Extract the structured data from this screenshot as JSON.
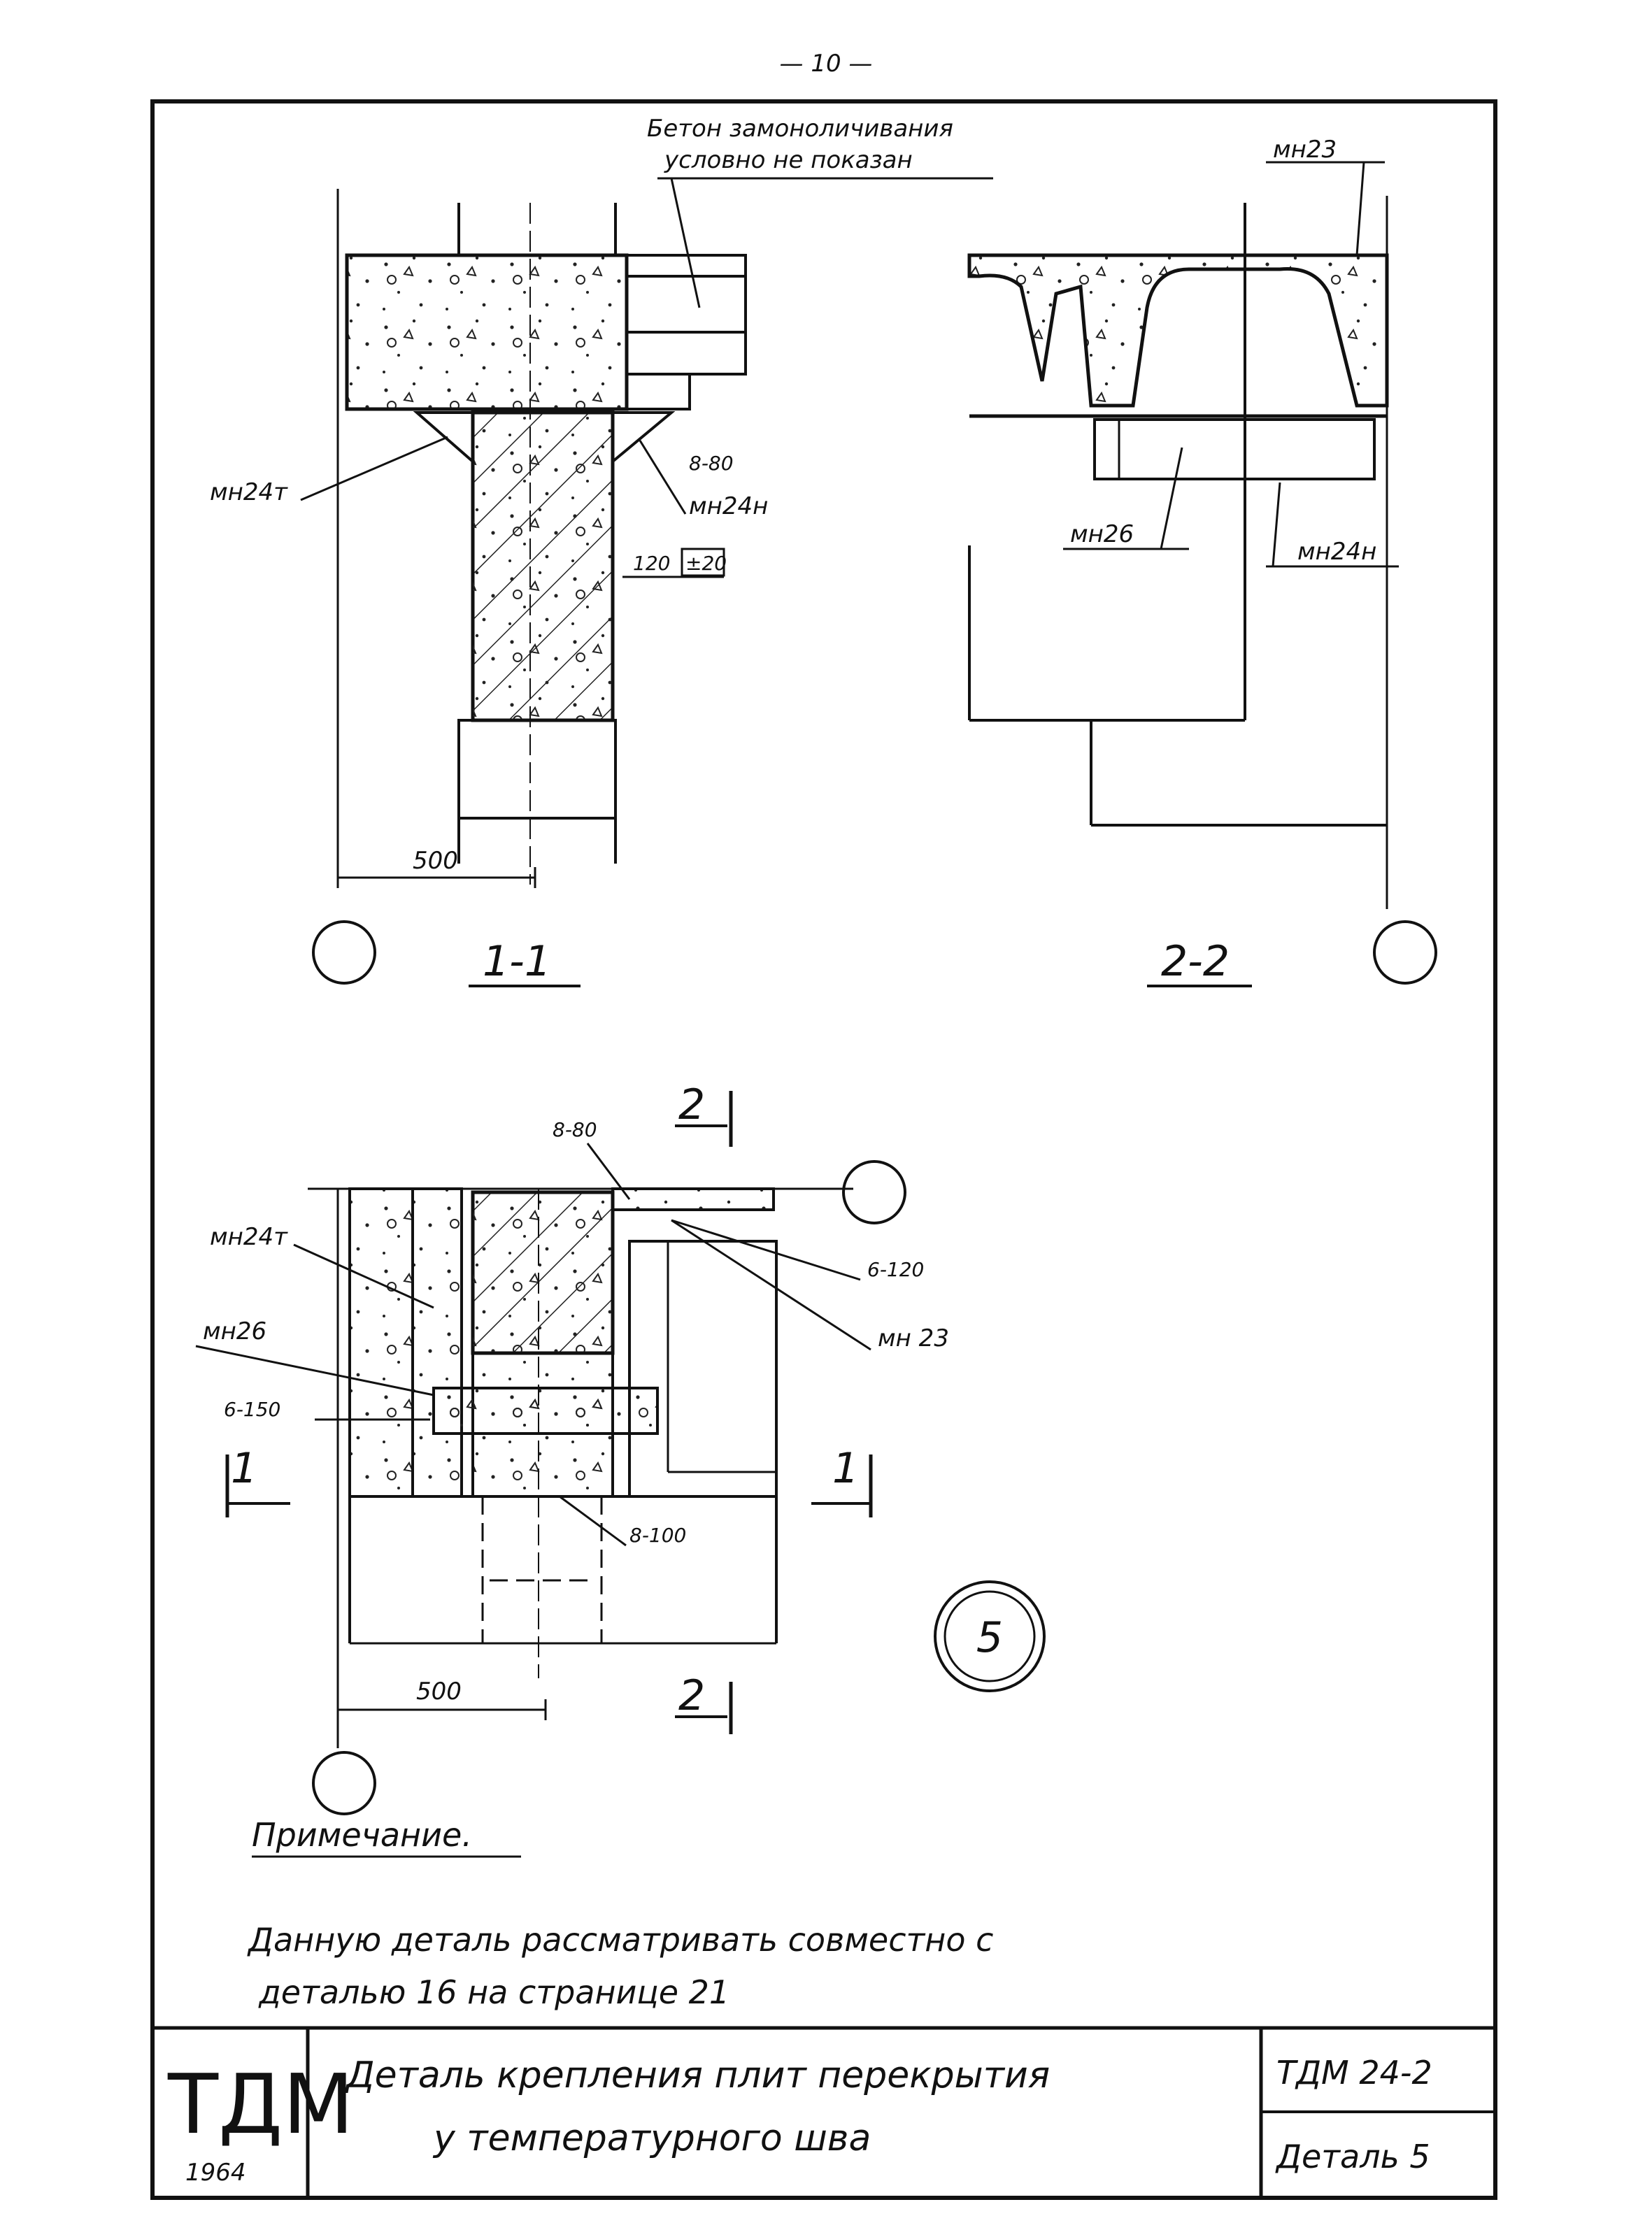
{
  "page_number": "— 10 —",
  "section_1_1": {
    "title": "1-1",
    "callout_note_line1": "Бетон замоноличивания",
    "callout_note_line2": "условно не показан",
    "label_mn24t": "мн24т",
    "label_mn24n": "мн24н",
    "label_weld": "8-80",
    "dim_120": "120",
    "dim_tolerance": "±20",
    "dim_500": "500"
  },
  "section_2_2": {
    "title": "2-2",
    "label_mn23": "мн23",
    "label_mn26": "мн26",
    "label_mn24n": "мн24н"
  },
  "plan": {
    "cut_2_top": "2",
    "cut_2_bottom": "2",
    "cut_1_left": "1",
    "cut_1_right": "1",
    "label_weld_8_80": "8-80",
    "label_mn24t": "мн24т",
    "label_mn26": "мн26",
    "label_weld_6_150": "6-150",
    "label_weld_6_120": "6-120",
    "label_mn23": "мн 23",
    "label_weld_8_100": "8-100",
    "dim_500": "500",
    "detail_number": "5"
  },
  "note": {
    "heading": "Примечание.",
    "line1": "Данную деталь рассматривать совместно с",
    "line2": "деталью 16 на странице 21"
  },
  "title_block": {
    "logo": "ТДМ",
    "year": "1964",
    "title_line1": "Деталь крепления плит перекрытия",
    "title_line2": "у температурного шва",
    "code": "ТДМ 24-2",
    "sheet": "Деталь 5"
  }
}
